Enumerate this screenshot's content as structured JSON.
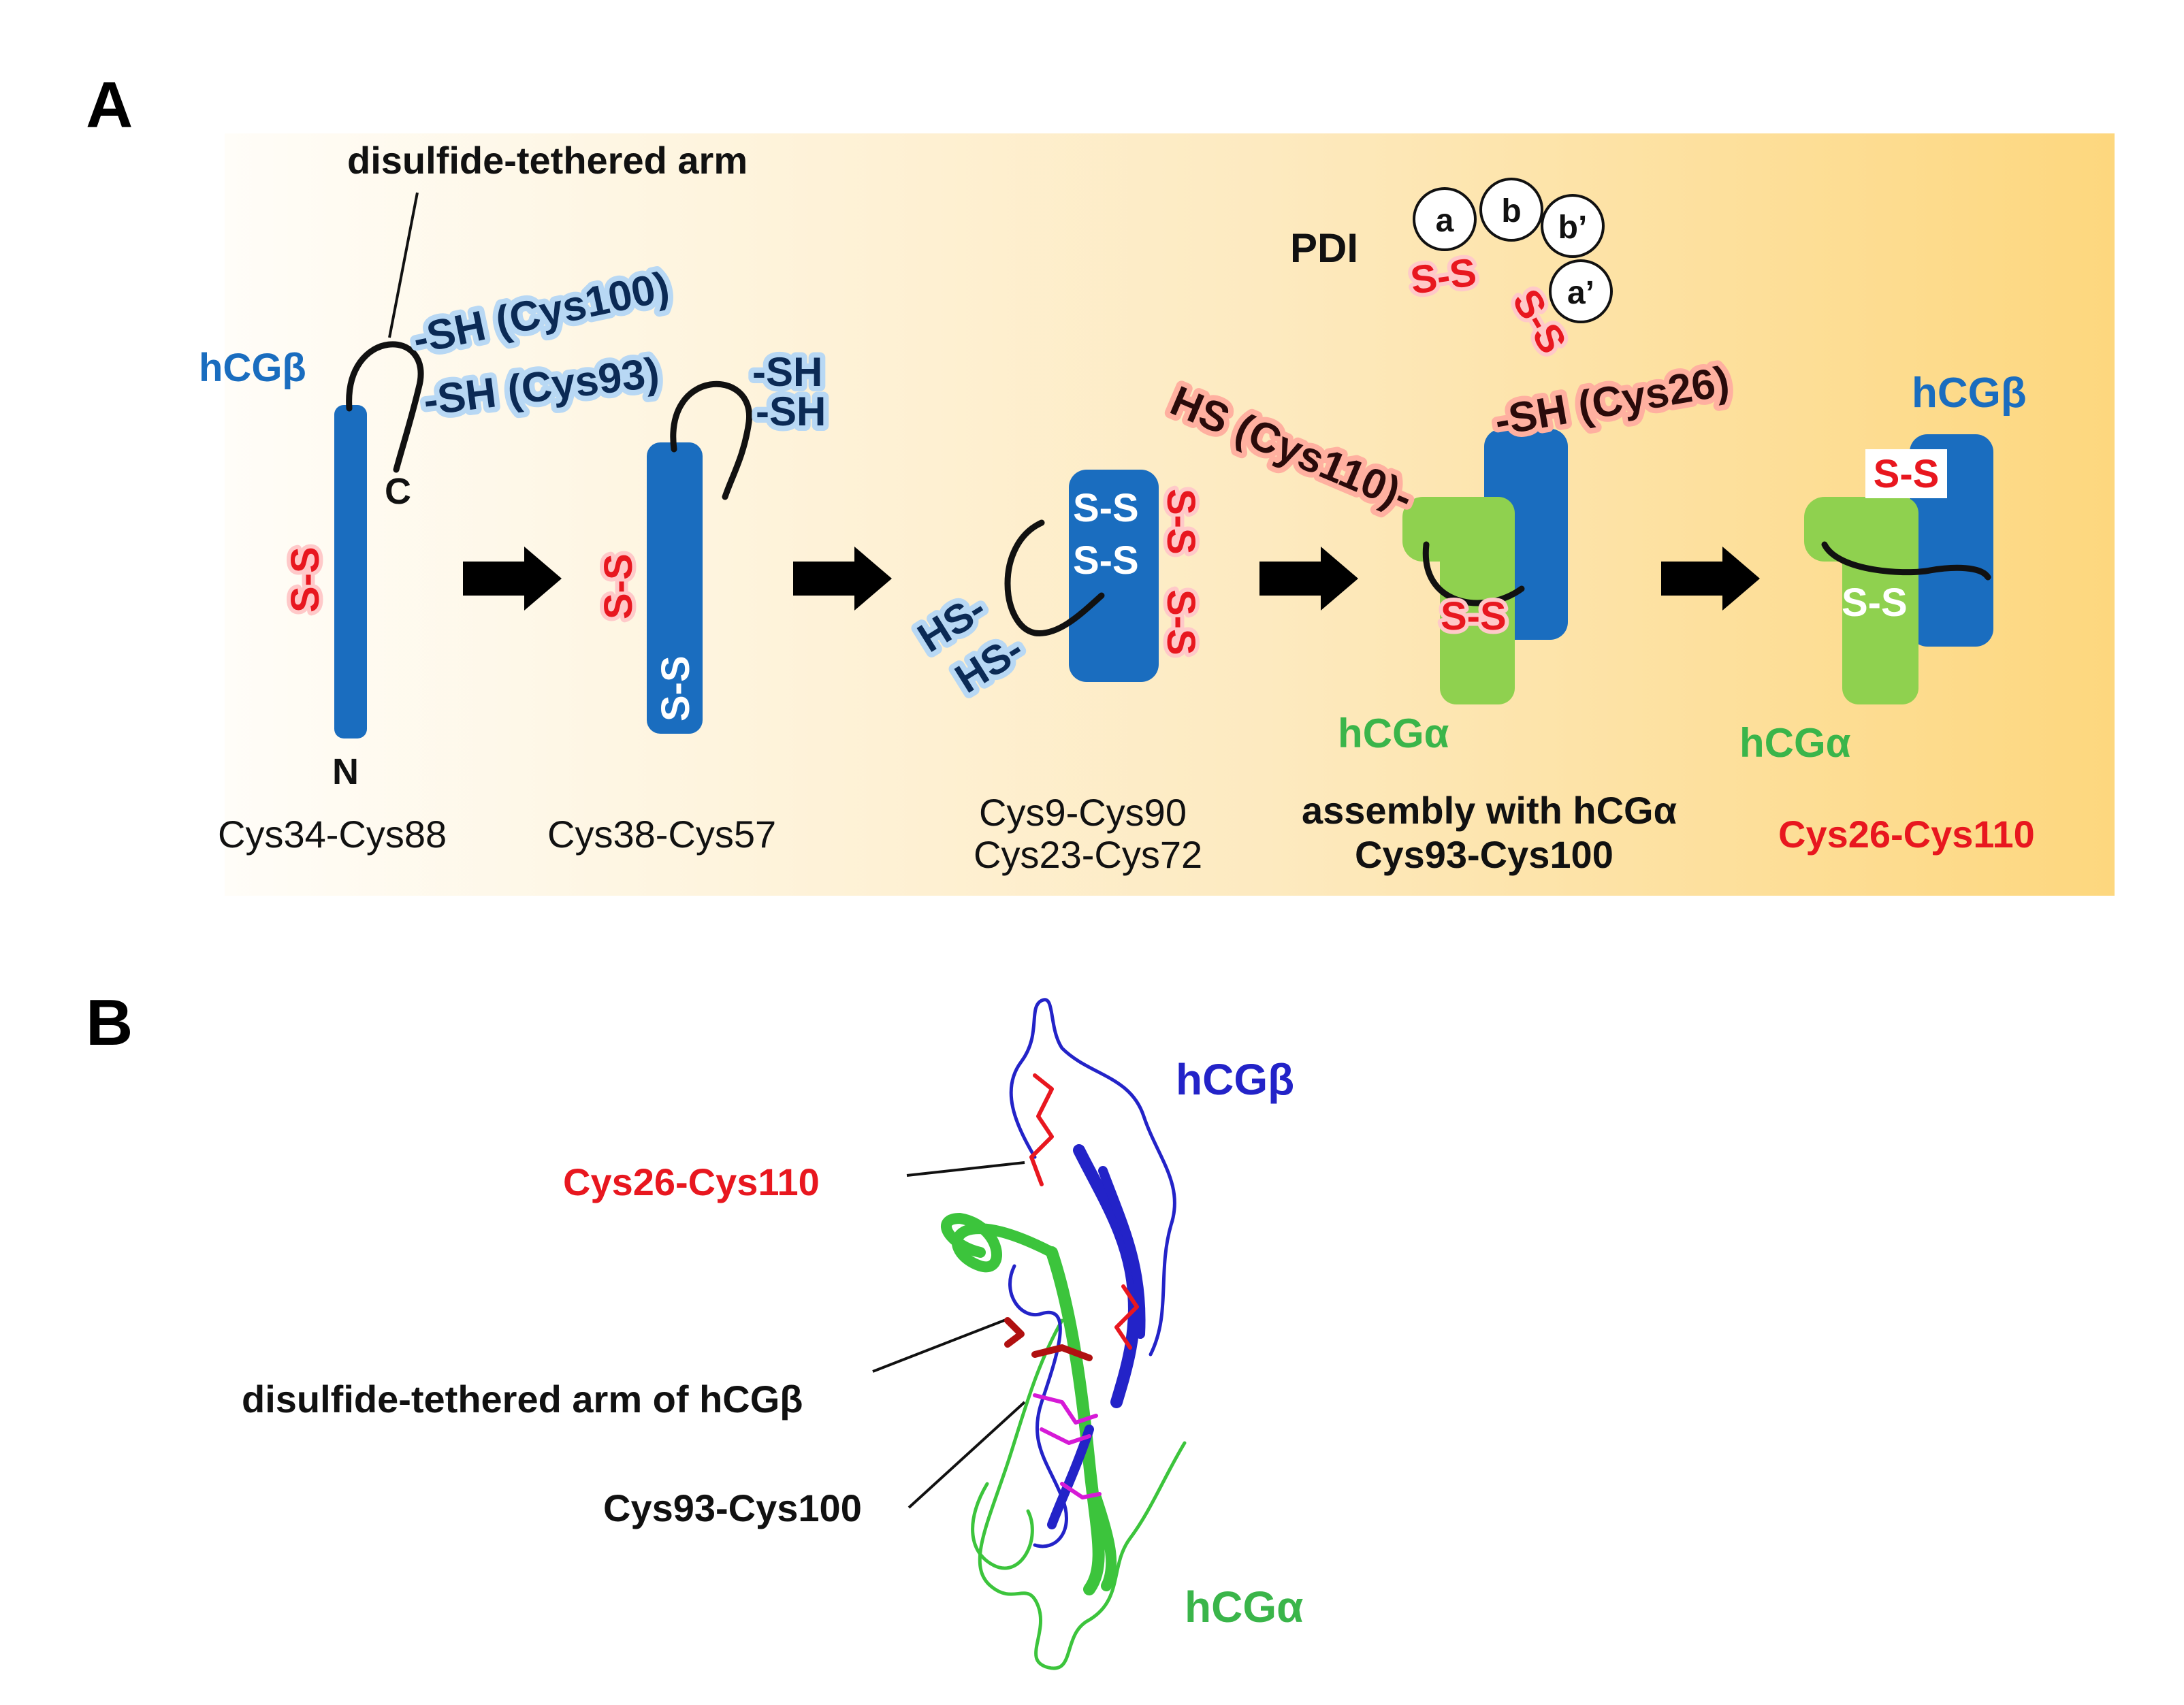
{
  "panel_a": {
    "letter": "A",
    "stage1": {
      "arm_label": "disulfide-tethered arm",
      "chain_label": "hCGβ",
      "sh_cys100": "-SH (Cys100)",
      "sh_cys93": "-SH (Cys93)",
      "c_terminus": "C",
      "n_terminus": "N",
      "ss": "S-S",
      "caption": "Cys34-Cys88"
    },
    "stage2": {
      "sh_top": "-SH",
      "sh_bottom": "-SH",
      "ss_red": "S-S",
      "ss_white": "S-S",
      "caption": "Cys38-Cys57"
    },
    "stage3": {
      "ss_white_1": "S-S",
      "ss_white_2": "S-S",
      "ss_red_1": "S-S",
      "ss_red_2": "S-S",
      "hs_1": "HS-",
      "hs_2": "HS-",
      "caption_line1": "Cys9-Cys90",
      "caption_line2": "Cys23-Cys72"
    },
    "pdi": {
      "label": "PDI",
      "domain_a": "a",
      "domain_b": "b",
      "domain_b_prime": "b’",
      "domain_a_prime": "a’",
      "ss_1": "S-S",
      "ss_2": "S-S"
    },
    "stage4": {
      "hs_cys110": "HS (Cys110)-",
      "sh_cys26": "-SH (Cys26)",
      "ss": "S-S",
      "alpha_label": "hCGα",
      "caption_line1": "assembly  with hCGα",
      "caption_line2": "Cys93-Cys100"
    },
    "stage5": {
      "beta_label": "hCGβ",
      "ss_boxed": "S-S",
      "ss_white": "S-S",
      "alpha_label": "hCGα",
      "caption": "Cys26-Cys110"
    }
  },
  "panel_b": {
    "letter": "B",
    "beta_label": "hCGβ",
    "alpha_label": "hCGα",
    "label_cys26_cys110": "Cys26-Cys110",
    "label_arm": "disulfide-tethered  arm  of hCGβ",
    "label_cys93_cys100": "Cys93-Cys100"
  },
  "colors": {
    "beta_blue": "#1a6dbf",
    "alpha_green": "#8fd14f",
    "disulfide_red": "#e8171f",
    "ribbon_blue": "#2323c8",
    "ribbon_green": "#3cc43c",
    "ribbon_magenta": "#d61ad6",
    "panel_gradient_start": "#fffdf8",
    "panel_gradient_end": "#fdd77e"
  }
}
